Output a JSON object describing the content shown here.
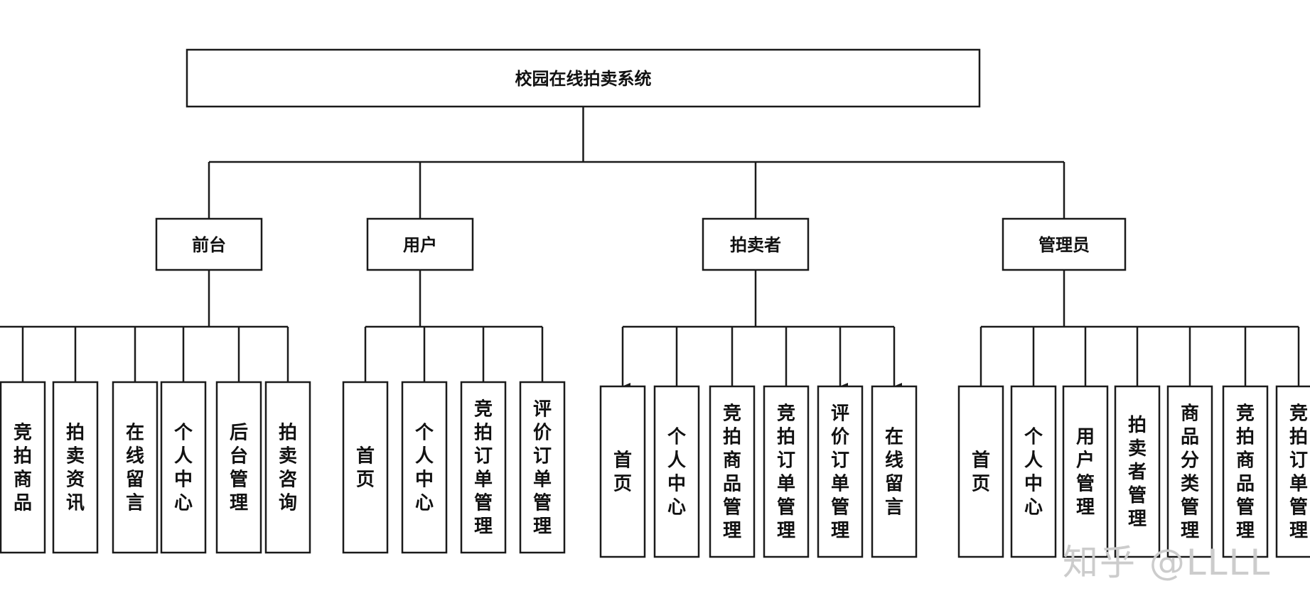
{
  "diagram": {
    "root": {
      "label": "校园在线拍卖系统"
    },
    "categories": [
      {
        "label": "前台",
        "children": [
          "竞拍商品",
          "拍卖资讯",
          "在线留言",
          "个人中心",
          "后台管理",
          "拍卖咨询"
        ]
      },
      {
        "label": "用户",
        "children": [
          "首页",
          "个人中心",
          "竞拍订单管理",
          "评价订单管理"
        ]
      },
      {
        "label": "拍卖者",
        "children": [
          "首页",
          "个人中心",
          "竞拍商品管理",
          "竞拍订单管理",
          "评价订单管理",
          "在线留言"
        ]
      },
      {
        "label": "管理员",
        "children": [
          "首页",
          "个人中心",
          "用户管理",
          "拍卖者管理",
          "商品分类管理",
          "竞拍商品管理",
          "竞拍订单管理"
        ]
      }
    ]
  },
  "watermark": {
    "text": "知乎 @LLLL"
  }
}
